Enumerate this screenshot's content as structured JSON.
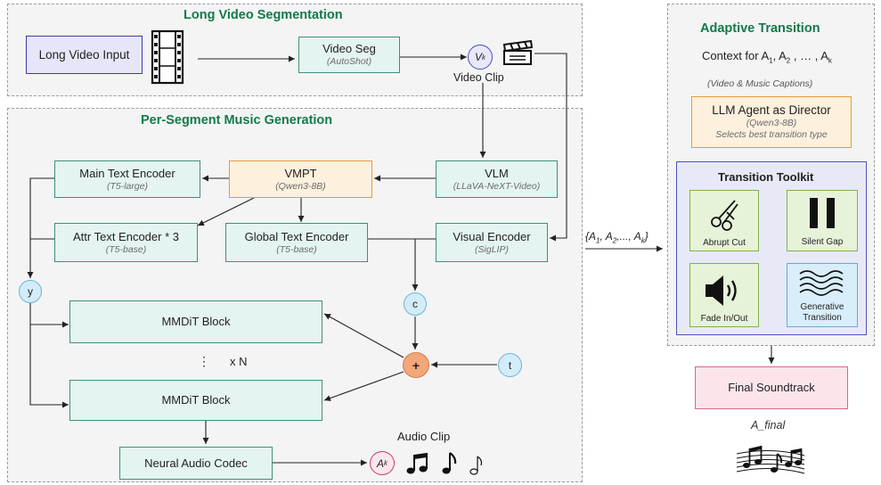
{
  "sections": {
    "long_video": "Long Video Segmentation",
    "per_segment": "Per-Segment Music Generation",
    "adaptive": "Adaptive Transition"
  },
  "nodes": {
    "long_video_input": "Long Video Input",
    "video_seg": "Video Seg",
    "video_seg_sub": "(AutoShot)",
    "vk": "V",
    "vk_sub": "k",
    "video_clip": "Video Clip",
    "vlm": "VLM",
    "vlm_sub": "(LLaVA-NeXT-Video)",
    "vmpt": "VMPT",
    "vmpt_sub": "(Qwen3-8B)",
    "main_text_encoder": "Main Text Encoder",
    "main_text_encoder_sub": "(T5-large)",
    "attr_text_encoder": "Attr Text Encoder * 3",
    "attr_text_encoder_sub": "(T5-base)",
    "global_text_encoder": "Global Text Encoder",
    "global_text_encoder_sub": "(T5-base)",
    "visual_encoder": "Visual Encoder",
    "visual_encoder_sub": "(SigLIP)",
    "y": "y",
    "c": "c",
    "t": "t",
    "plus": "+",
    "mmdit_block_top": "MMDiT Block",
    "mmdit_block_bottom": "MMDiT Block",
    "dots": "⋮",
    "xn": "x N",
    "neural_audio_codec": "Neural Audio Codec",
    "audio_clip": "Audio Clip",
    "ak": "A",
    "ak_sub": "k"
  },
  "transition_output": {
    "open": "{A",
    "s1": "1",
    "c1": ", A",
    "s2": "2",
    "c2": ",..., A",
    "sk": "k",
    "close": "}"
  },
  "adaptive": {
    "context_prefix": "Context for A",
    "context_sub1": "1",
    "context_mid1": ", A",
    "context_sub2": "2",
    "context_mid2": " , … , A",
    "context_subk": "k",
    "captions": "(Video & Music Captions)",
    "llm_agent": "LLM Agent as Director",
    "llm_agent_sub": "(Qwen3-8B)",
    "llm_agent_note": "Selects best transition type",
    "toolkit_title": "Transition Toolkit",
    "tools": [
      "Abrupt Cut",
      "Silent Gap",
      "Fade In/Out",
      "Generative Transition"
    ],
    "final_soundtrack": "Final Soundtrack",
    "a_final": "A_final"
  },
  "colors": {
    "teal_border": "#3f8f7c",
    "teal_fill": "#e4f4f0",
    "orange_border": "#e89a3a",
    "title_green": "#137a4a",
    "circle_blue": "#d3ecf8",
    "plus_orange": "#f2a77a",
    "final_pink": "#fbe5ea"
  },
  "icons": [
    "film-strip-icon",
    "clapperboard-icon",
    "music-notes-icon",
    "scissors-icon",
    "pause-icon",
    "speaker-icon",
    "waves-icon",
    "sheet-music-icon"
  ]
}
